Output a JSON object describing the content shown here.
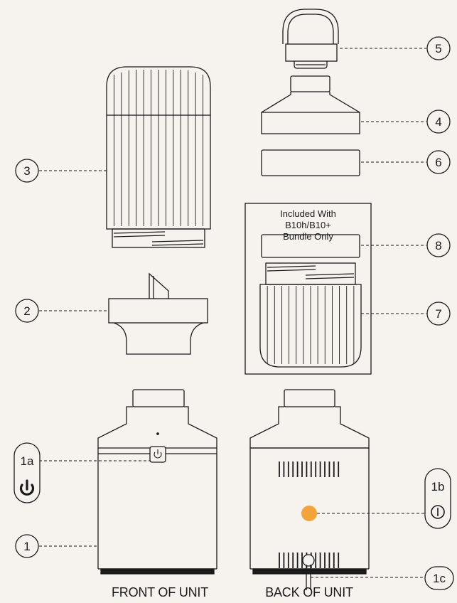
{
  "callouts": {
    "c1": "1",
    "c1a": "1a",
    "c1b": "1b",
    "c1c": "1c",
    "c2": "2",
    "c3": "3",
    "c4": "4",
    "c5": "5",
    "c6": "6",
    "c7": "7",
    "c8": "8"
  },
  "included_note": {
    "line1": "Included With",
    "line2": "B10h/B10+",
    "line3": "Bundle Only"
  },
  "captions": {
    "front": "FRONT OF UNIT",
    "back": "BACK OF UNIT"
  },
  "colors": {
    "background": "#f6f3ee",
    "stroke": "#1a1a1a",
    "indicator": "#f2a33a"
  },
  "icons": [
    "power-icon",
    "power-switch-icon"
  ]
}
